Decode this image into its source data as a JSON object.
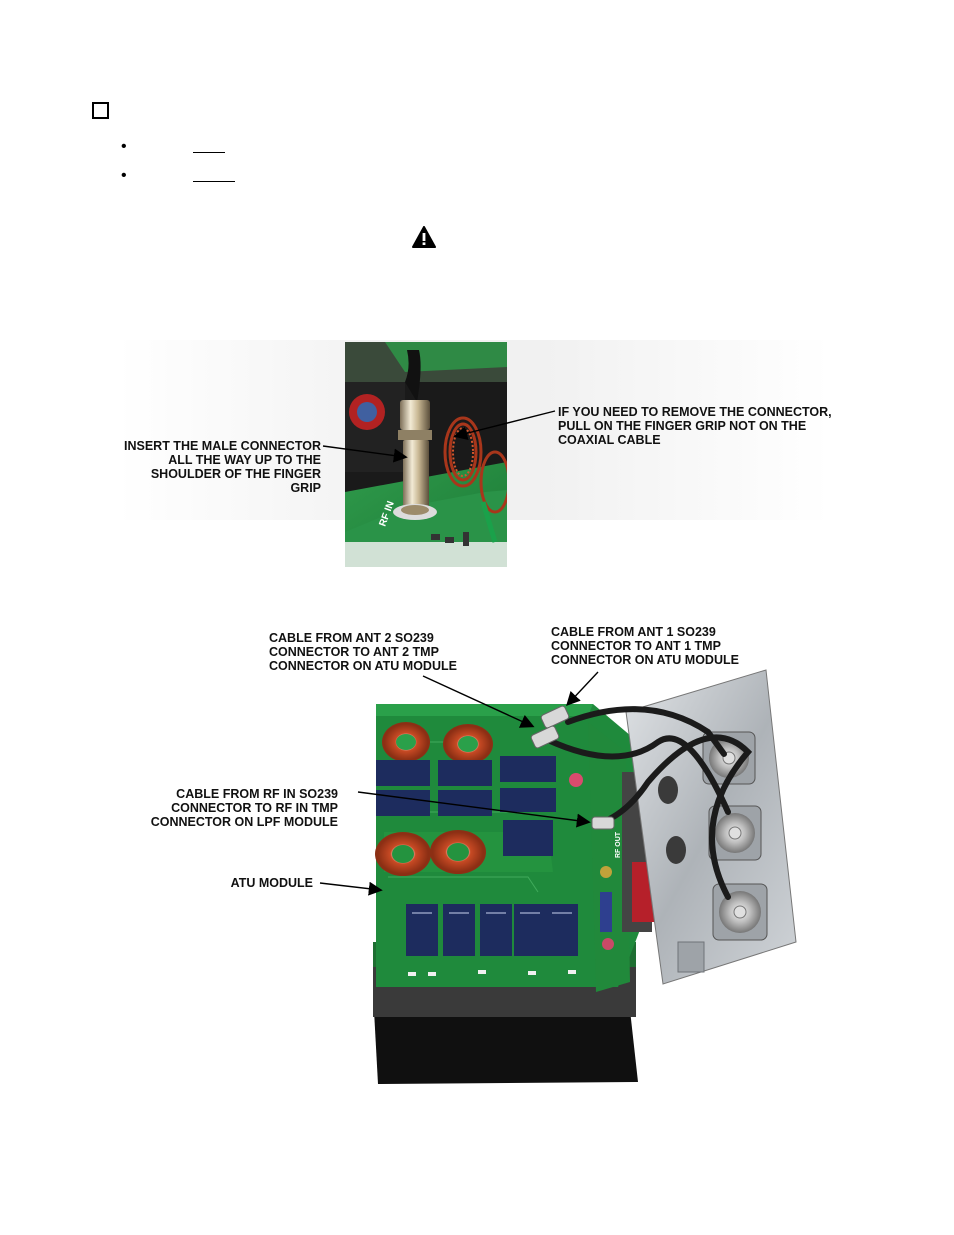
{
  "header": {
    "bullets": [
      "•",
      "•"
    ]
  },
  "figure1": {
    "caption_left": "INSERT THE MALE CONNECTOR\nALL THE WAY UP TO THE\nSHOULDER OF THE FINGER\nGRIP",
    "caption_right": "IF YOU NEED TO REMOVE THE CONNECTOR,\nPULL ON THE FINGER GRIP NOT ON THE\nCOAXIAL CABLE",
    "board_label": "RF IN"
  },
  "figure2": {
    "caption_ant2": "CABLE FROM ANT 2 SO239\nCONNECTOR TO ANT 2 TMP\nCONNECTOR ON ATU MODULE",
    "caption_ant1": "CABLE FROM ANT 1 SO239\nCONNECTOR TO ANT 1 TMP\nCONNECTOR ON ATU MODULE",
    "caption_rfin": "CABLE FROM RF IN SO239\nCONNECTOR TO RF IN TMP\nCONNECTOR ON LPF MODULE",
    "caption_atu": "ATU MODULE",
    "board_label": "RF OUT"
  },
  "colors": {
    "pcb_green": "#1f8a3c",
    "toroid_red": "#b8401f",
    "relay_blue": "#1d2c5e",
    "metal": "#bfc3c6"
  },
  "icons": {
    "checkbox": "checkbox-icon",
    "warning": "warning-icon"
  }
}
